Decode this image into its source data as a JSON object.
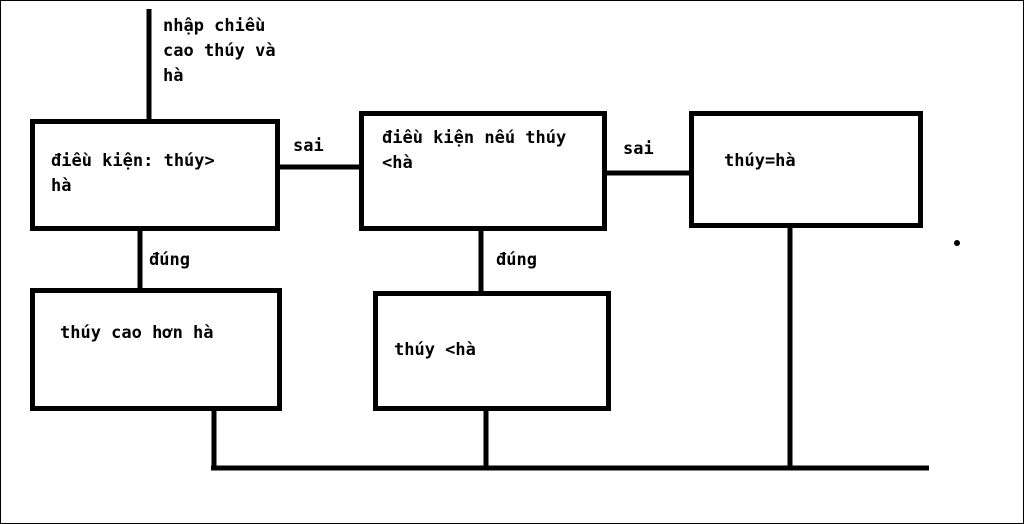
{
  "diagram": {
    "input_label": [
      "nhập chiều",
      "cao thúy và",
      "hà"
    ],
    "condition1": [
      "điều kiện: thúy>",
      "hà"
    ],
    "condition2": [
      "điều kiện nếu thúy",
      "<hà"
    ],
    "else_box": "thúy=hà",
    "result1": "thúy cao hơn hà",
    "result2": "thúy <hà",
    "edge_false_1": "sai",
    "edge_false_2": "sai",
    "edge_true_1": "đúng",
    "edge_true_2": "đúng"
  },
  "colors": {
    "stroke": "#000000",
    "background": "#ffffff"
  }
}
